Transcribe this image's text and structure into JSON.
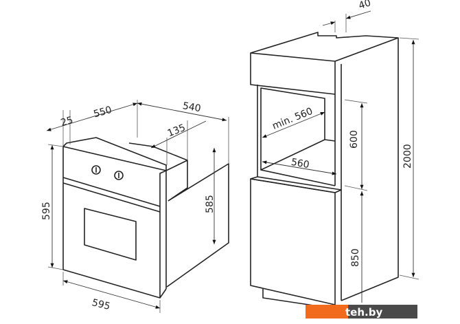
{
  "oven": {
    "dimensions": {
      "panel_thickness": "25",
      "body_depth": "550",
      "total_depth": "540",
      "vent_offset": "135",
      "body_height": "585",
      "front_height": "595",
      "front_width": "595"
    }
  },
  "cabinet": {
    "dimensions": {
      "top_gap": "40",
      "niche_depth": "min. 560",
      "niche_width": "560",
      "niche_height": "600",
      "base_height": "850",
      "total_height": "2000"
    }
  },
  "watermark": {
    "text": "teh.by",
    "accent_color": "#f26a1b",
    "bg_color": "#4a4a4a"
  }
}
